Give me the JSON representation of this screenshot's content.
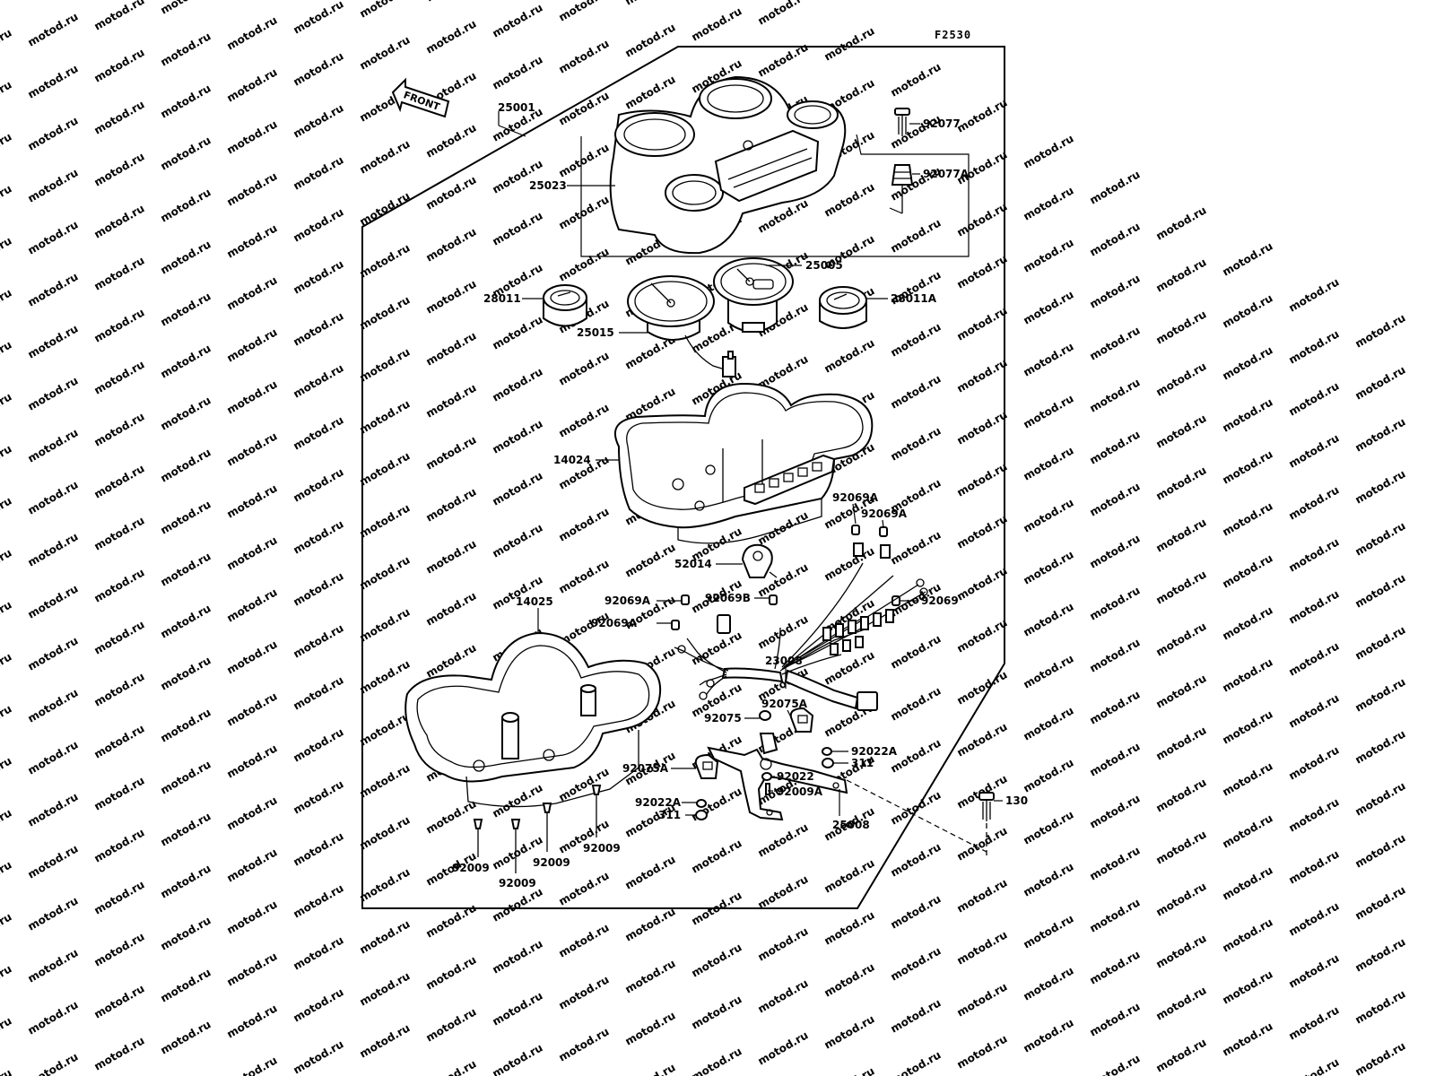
{
  "figure_code": "F2530",
  "watermark": "motod.ru",
  "front_label": "FRONT",
  "colors": {
    "ink": "#000000",
    "background": "#ffffff",
    "watermark": "#e3e3e3"
  },
  "part_labels": {
    "p25001": "25001",
    "p25023": "25023",
    "p92077": "92077",
    "p92077a": "92077A",
    "p25005": "25005",
    "p28011": "28011",
    "p28011a": "28011A",
    "p25015": "25015",
    "p14024": "14024",
    "p92069a_1": "92069A",
    "p92069a_2": "92069A",
    "p52014": "52014",
    "p14025": "14025",
    "p92069a_3": "92069A",
    "p92069b": "92069B",
    "p92069": "92069",
    "p92069a_4": "92069A",
    "p23008": "23008",
    "p92075a_1": "92075A",
    "p92075": "92075",
    "p92022a_1": "92022A",
    "p311_1": "311",
    "p92075a_2": "92075A",
    "p92022": "92022",
    "p92009a": "92009A",
    "p92022a_2": "92022A",
    "p311_2": "311",
    "p25008": "25008",
    "p130": "130",
    "p92009_1": "92009",
    "p92009_2": "92009",
    "p92009_3": "92009",
    "p92009_4": "92009"
  }
}
